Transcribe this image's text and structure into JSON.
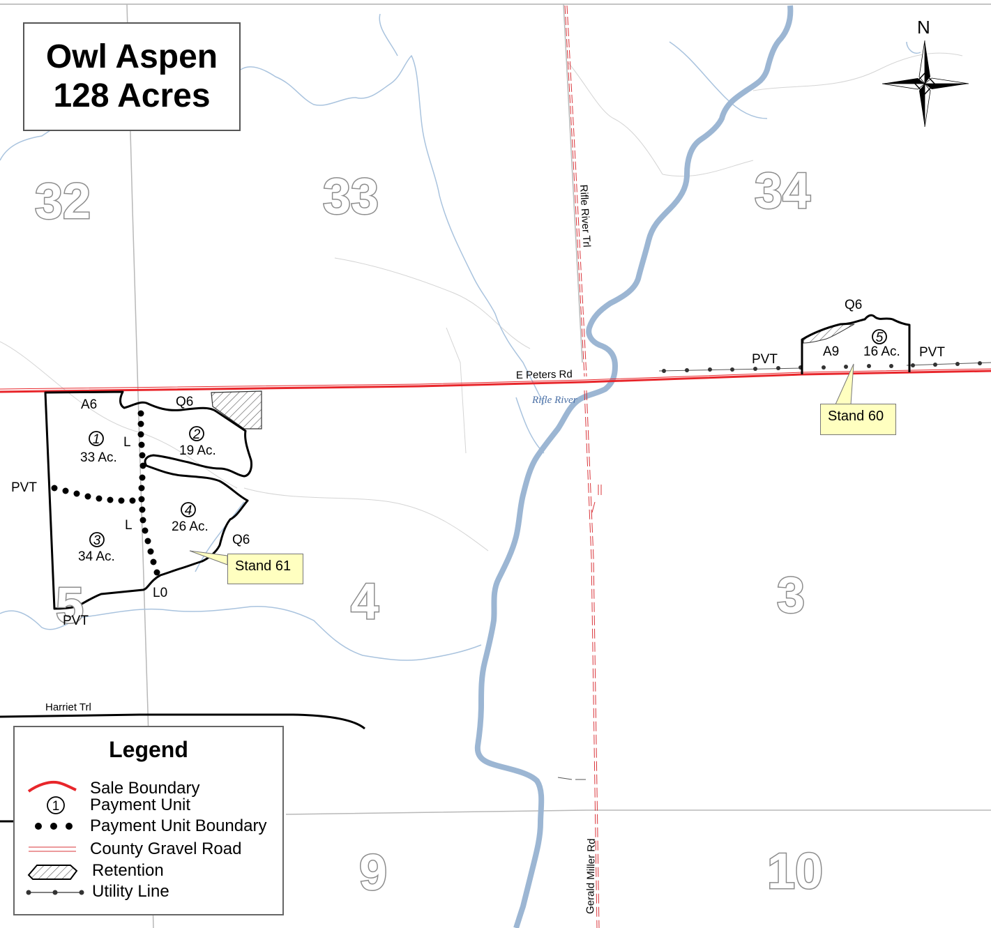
{
  "title": {
    "line1": "Owl Aspen",
    "line2": "128 Acres"
  },
  "north_label": "N",
  "sections": [
    "32",
    "33",
    "34",
    "5",
    "4",
    "3",
    "9",
    "10"
  ],
  "roads": {
    "peters": "E Peters Rd",
    "rifle_river_trl": "Rifle River Trl",
    "harriet": "Harriet Trl",
    "gerald_miller": "Gerald Miller Rd"
  },
  "river_label": "Rifle River",
  "stand_labels": [
    "A6",
    "Q6",
    "L",
    "L",
    "PVT",
    "Q6",
    "L0",
    "PVT",
    "Q6",
    "A9",
    "PVT",
    "PVT"
  ],
  "units": [
    {
      "number": "1",
      "acres": "33 Ac."
    },
    {
      "number": "2",
      "acres": "19 Ac."
    },
    {
      "number": "3",
      "acres": "34 Ac."
    },
    {
      "number": "4",
      "acres": "26 Ac."
    },
    {
      "number": "5",
      "acres": "16 Ac."
    }
  ],
  "callouts": {
    "stand61": "Stand 61",
    "stand60": "Stand 60"
  },
  "legend": {
    "title": "Legend",
    "items": [
      {
        "label": "Sale Boundary",
        "icon": "sale-boundary-icon"
      },
      {
        "label": "Payment Unit",
        "icon": "payment-unit-icon",
        "symbol": "1"
      },
      {
        "label": "Payment Unit Boundary",
        "icon": "payment-unit-boundary-icon"
      },
      {
        "label": "County Gravel Road",
        "icon": "county-gravel-road-icon"
      },
      {
        "label": "Retention",
        "icon": "retention-icon"
      },
      {
        "label": "Utility Line",
        "icon": "utility-line-icon"
      }
    ]
  },
  "colors": {
    "sale_boundary": "#e8262b",
    "river": "#9cb6d3",
    "creek": "#a9c3de",
    "section_line": "#b8b8b8",
    "callout_fill": "#ffffc0"
  }
}
